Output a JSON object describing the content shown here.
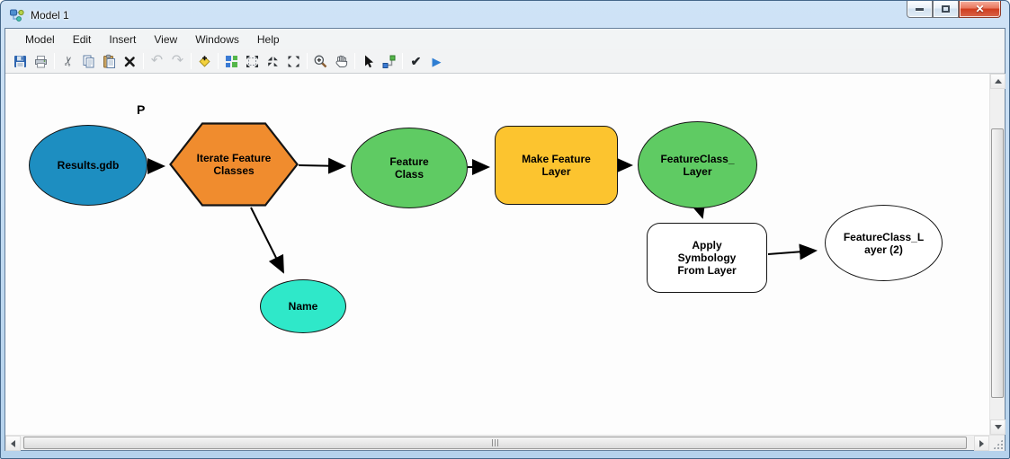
{
  "window": {
    "title": "Model 1",
    "controls": {
      "minimize": "minimize",
      "maximize": "maximize",
      "close": "close",
      "close_glyph": "✕"
    }
  },
  "menubar": {
    "items": [
      "Model",
      "Edit",
      "Insert",
      "View",
      "Windows",
      "Help"
    ]
  },
  "toolbar": {
    "icons": [
      "save",
      "print",
      "cut",
      "copy",
      "paste",
      "delete",
      "undo",
      "redo",
      "add-data",
      "auto-layout",
      "full-extent",
      "fit-to-window",
      "actual-size",
      "zoom-in",
      "pan",
      "select",
      "connect",
      "validate-model",
      "run-model"
    ],
    "glyphs": {
      "cut": "✂",
      "undo": "↶",
      "redo": "↷",
      "validate": "✔",
      "run": "▶"
    }
  },
  "diagram": {
    "parameter_label": "P",
    "nodes": [
      {
        "id": "results-gdb",
        "label": "Results.gdb",
        "shape": "ellipse",
        "fill": "#1D8EC1"
      },
      {
        "id": "iterate-feature-classes",
        "label": "Iterate Feature Classes",
        "shape": "hexagon",
        "fill": "#F08C2E"
      },
      {
        "id": "feature-class",
        "label": "Feature Class",
        "shape": "ellipse",
        "fill": "#5FCB63"
      },
      {
        "id": "make-feature-layer",
        "label": "Make Feature Layer",
        "shape": "rounded-rect",
        "fill": "#FCC42F"
      },
      {
        "id": "featureclass-layer",
        "label": "FeatureClass_Layer",
        "shape": "ellipse",
        "fill": "#5FCB63"
      },
      {
        "id": "apply-symbology-from-layer",
        "label": "Apply Symbology From Layer",
        "shape": "rounded-rect",
        "fill": "#FFFFFF"
      },
      {
        "id": "featureclass-layer-2",
        "label": "FeatureClass_Layer (2)",
        "shape": "ellipse",
        "fill": "#FFFFFF"
      },
      {
        "id": "name",
        "label": "Name",
        "shape": "ellipse",
        "fill": "#2FE8C9"
      }
    ],
    "edges": [
      {
        "from": "results-gdb",
        "to": "iterate-feature-classes"
      },
      {
        "from": "iterate-feature-classes",
        "to": "feature-class"
      },
      {
        "from": "feature-class",
        "to": "make-feature-layer"
      },
      {
        "from": "make-feature-layer",
        "to": "featureclass-layer"
      },
      {
        "from": "featureclass-layer",
        "to": "apply-symbology-from-layer"
      },
      {
        "from": "apply-symbology-from-layer",
        "to": "featureclass-layer-2"
      },
      {
        "from": "iterate-feature-classes",
        "to": "name"
      }
    ]
  }
}
